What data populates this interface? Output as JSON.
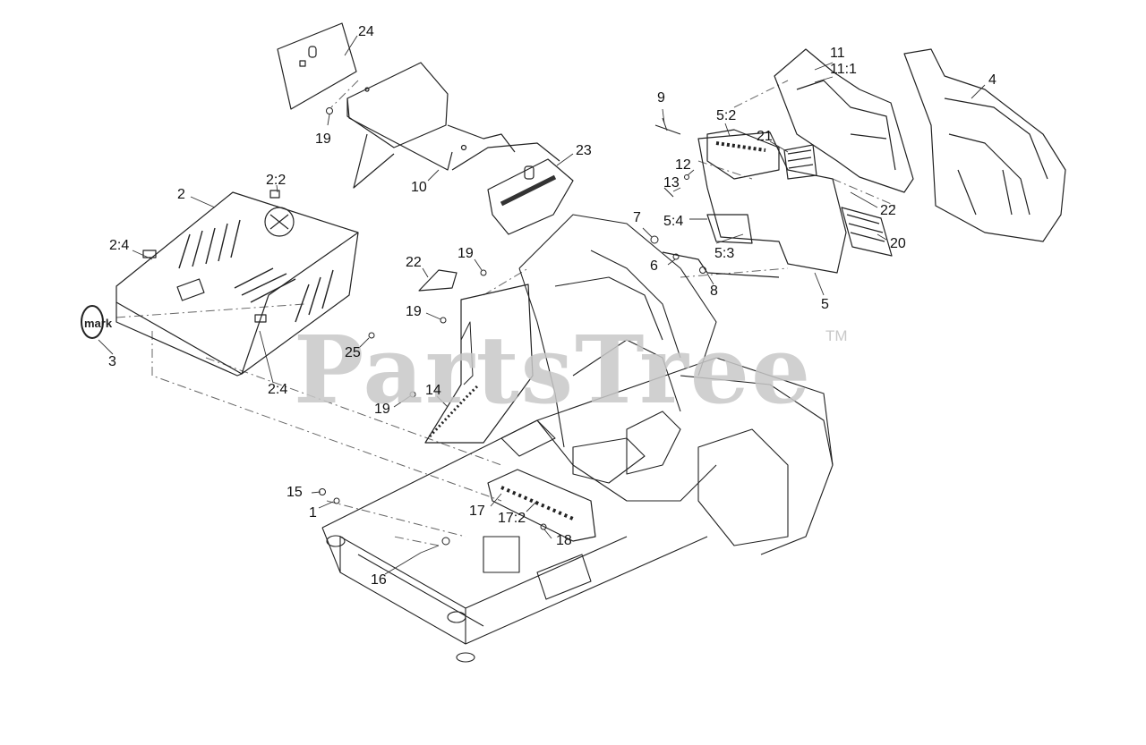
{
  "watermark": {
    "text": "PartsTree",
    "tm": "TM"
  },
  "callouts": [
    {
      "id": "24",
      "text": "24"
    },
    {
      "id": "19a",
      "text": "19"
    },
    {
      "id": "10",
      "text": "10"
    },
    {
      "id": "23",
      "text": "23"
    },
    {
      "id": "2",
      "text": "2"
    },
    {
      "id": "2:2",
      "text": "2:2"
    },
    {
      "id": "2:4a",
      "text": "2:4"
    },
    {
      "id": "2:4b",
      "text": "2:4"
    },
    {
      "id": "3",
      "text": "3"
    },
    {
      "id": "25",
      "text": "25"
    },
    {
      "id": "22a",
      "text": "22"
    },
    {
      "id": "19b",
      "text": "19"
    },
    {
      "id": "19c",
      "text": "19"
    },
    {
      "id": "19d",
      "text": "19"
    },
    {
      "id": "14",
      "text": "14"
    },
    {
      "id": "9",
      "text": "9"
    },
    {
      "id": "5:2",
      "text": "5:2"
    },
    {
      "id": "12",
      "text": "12"
    },
    {
      "id": "13",
      "text": "13"
    },
    {
      "id": "7",
      "text": "7"
    },
    {
      "id": "5:4",
      "text": "5:4"
    },
    {
      "id": "6",
      "text": "6"
    },
    {
      "id": "5:3",
      "text": "5:3"
    },
    {
      "id": "8",
      "text": "8"
    },
    {
      "id": "11",
      "text": "11"
    },
    {
      "id": "11:1",
      "text": "11:1"
    },
    {
      "id": "21",
      "text": "21"
    },
    {
      "id": "22b",
      "text": "22"
    },
    {
      "id": "20",
      "text": "20"
    },
    {
      "id": "5",
      "text": "5"
    },
    {
      "id": "4",
      "text": "4"
    },
    {
      "id": "15",
      "text": "15"
    },
    {
      "id": "1",
      "text": "1"
    },
    {
      "id": "17",
      "text": "17"
    },
    {
      "id": "17:2",
      "text": "17:2"
    },
    {
      "id": "18",
      "text": "18"
    },
    {
      "id": "16",
      "text": "16"
    }
  ],
  "colors": {
    "line": "#222222",
    "watermark": "#c8c8c8",
    "dash": "#555555"
  }
}
